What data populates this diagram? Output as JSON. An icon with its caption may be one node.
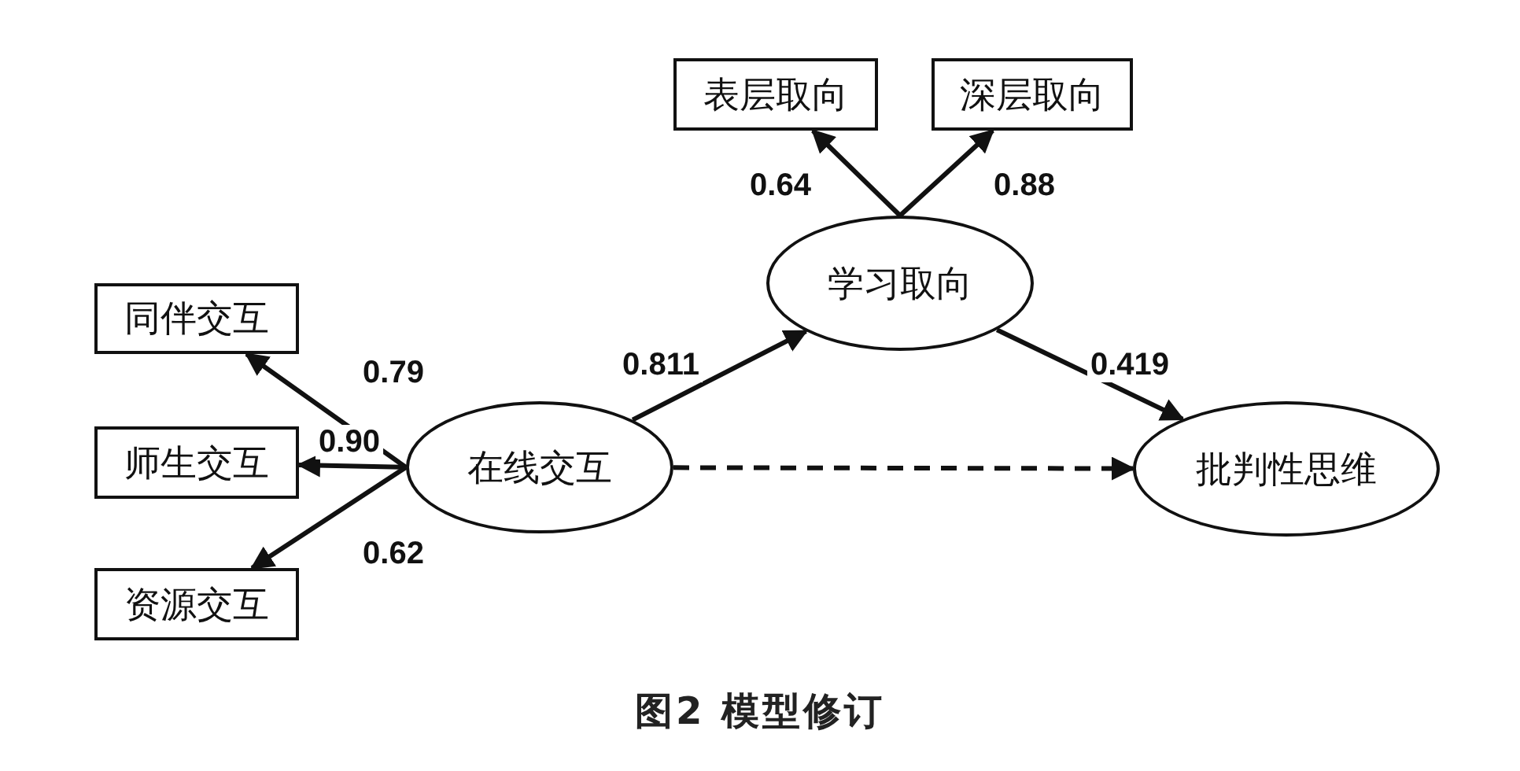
{
  "diagram": {
    "caption": "图2 模型修订",
    "nodes": [
      {
        "text": [
          "表层取向"
        ]
      },
      {
        "text": [
          "深层取向"
        ]
      },
      {
        "text": [
          "学习取向"
        ]
      },
      {
        "text": [
          "同伴交互"
        ]
      },
      {
        "text": [
          "师生交互"
        ]
      },
      {
        "text": [
          "在线交互"
        ]
      },
      {
        "text": [
          "批判性思维"
        ]
      },
      {
        "text": [
          "资源交互"
        ]
      }
    ],
    "edges": [
      {
        "from": 2,
        "to": 0,
        "arrow": "to",
        "label": "0.64"
      },
      {
        "from": 2,
        "to": 1,
        "arrow": "to",
        "label": "0.88"
      },
      {
        "from": 5,
        "to": 3,
        "arrow": "to",
        "label": "0.79"
      },
      {
        "from": 5,
        "to": 4,
        "arrow": "to",
        "label": "0.90"
      },
      {
        "from": 5,
        "to": 7,
        "arrow": "to",
        "label": "0.62"
      },
      {
        "from": 5,
        "to": 2,
        "arrow": "to",
        "label": "0.811"
      },
      {
        "from": 2,
        "to": 6,
        "arrow": "to",
        "label": "0.419"
      },
      {
        "from": 5,
        "to": 6,
        "arrow": "to",
        "style": "dashed"
      }
    ]
  }
}
